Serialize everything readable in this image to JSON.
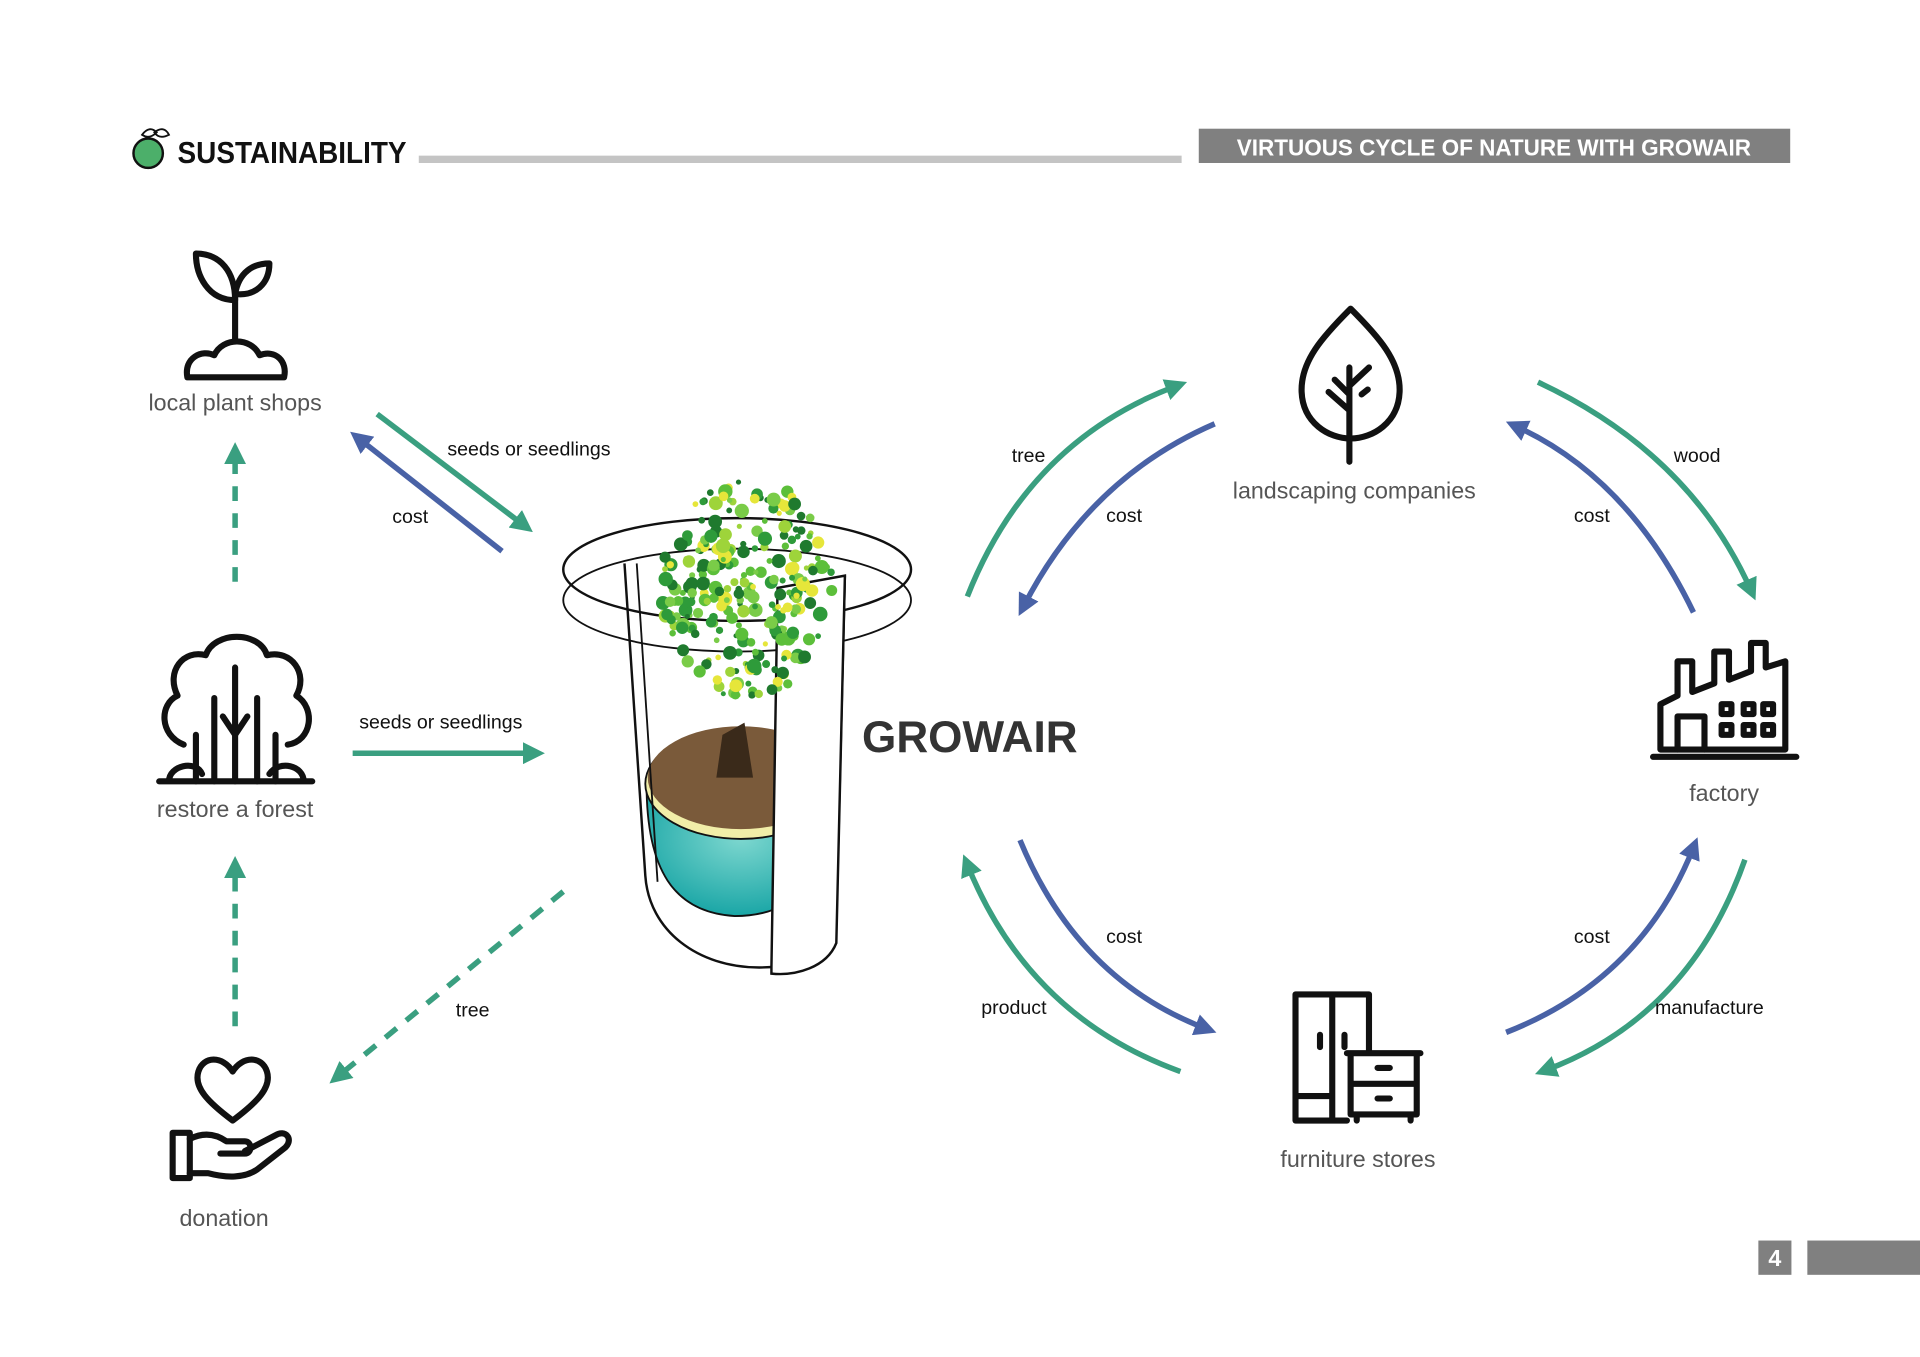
{
  "header": {
    "section_title": "SUSTAINABILITY",
    "page_title": "VIRTUOUS CYCLE OF NATURE WITH GROWAIR",
    "page_number": "4"
  },
  "center": {
    "title": "GROWAIR"
  },
  "nodes": {
    "local_plant_shops": "local plant shops",
    "restore_forest": "restore a forest",
    "donation": "donation",
    "landscaping": "landscaping companies",
    "factory": "factory",
    "furniture": "furniture stores"
  },
  "flows": {
    "shops_seeds": "seeds or seedlings",
    "shops_cost": "cost",
    "forest_seeds": "seeds or seedlings",
    "donation_tree": "tree",
    "landscaping_tree": "tree",
    "landscaping_cost": "cost",
    "factory_wood": "wood",
    "factory_cost": "cost",
    "furniture_cost": "cost",
    "furniture_product": "product",
    "manufacture_cost": "cost",
    "manufacture": "manufacture"
  },
  "colors": {
    "green": "#3a9f80",
    "blue": "#4962a6",
    "gray": "#808080",
    "light_gray": "#c4c4c4"
  }
}
